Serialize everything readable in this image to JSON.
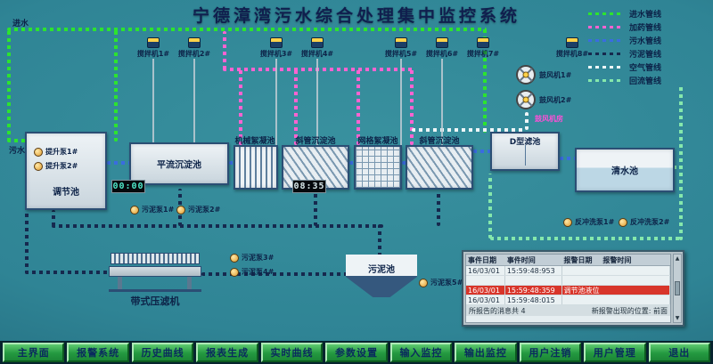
{
  "title": "宁德漳湾污水综合处理集中监控系统",
  "colors": {
    "alarm_row": "#d8352a"
  },
  "pipe_colors": {
    "inlet": "#2ce42e",
    "dosing": "#ff63d1",
    "sewage": "#3a6ce0",
    "sludge": "#16294e",
    "air": "#edf6f8",
    "backwash": "#85e8ac"
  },
  "legend": {
    "items": [
      {
        "label": "进水管线",
        "color": "#2ce42e"
      },
      {
        "label": "加药管线",
        "color": "#ff63d1"
      },
      {
        "label": "污水管线",
        "color": "#3a6ce0"
      },
      {
        "label": "污泥管线",
        "color": "#16294e"
      },
      {
        "label": "空气管线",
        "color": "#edf6f8"
      },
      {
        "label": "回流管线",
        "color": "#85e8ac"
      }
    ]
  },
  "flow_labels": {
    "inlet": "进水",
    "sewage": "污水"
  },
  "tanks": {
    "regulation": "调节池",
    "horizontal_sed": "平流沉淀池",
    "mech_floc": "机械絮凝池",
    "tube_sed_1": "斜管沉淀池",
    "grid_floc": "网格絮凝池",
    "tube_sed_2": "斜管沉淀池",
    "d_filter": "D型滤池",
    "clear_water": "清水池",
    "sludge": "污泥池",
    "press": "带式压滤机"
  },
  "mixers": [
    "搅拌机1#",
    "搅拌机2#",
    "搅拌机3#",
    "搅拌机4#",
    "搅拌机5#",
    "搅拌机6#",
    "搅拌机7#",
    "搅拌机8#"
  ],
  "blowers": {
    "b1": "鼓风机1#",
    "b2": "鼓风机2#",
    "room": "鼓风机房"
  },
  "pumps": {
    "lift1": "提升泵1#",
    "lift2": "提升泵2#",
    "sludge1": "污泥泵1#",
    "sludge2": "污泥泵2#",
    "sludge3": "污泥泵3#",
    "sludge4": "污泥泵4#",
    "sludge5": "污泥泵5#",
    "backwash1": "反冲洗泵1#",
    "backwash2": "反冲洗泵2#"
  },
  "timers": {
    "t1": "00:00",
    "t2": "08:35"
  },
  "alarm_table": {
    "headers": [
      "事件日期",
      "事件时间",
      "报警日期",
      "报警时间"
    ],
    "rows": [
      {
        "date": "16/03/01",
        "time": "15:59:48:953",
        "msg": ""
      },
      {
        "date": "",
        "time": "",
        "msg": ""
      },
      {
        "date": "16/03/01",
        "time": "15:59:48:359",
        "msg": "调节池液位"
      },
      {
        "date": "16/03/01",
        "time": "15:59:48:015",
        "msg": ""
      }
    ],
    "summary": "所报告的消息共 4",
    "position_info": "新报警出现的位置: 前面"
  },
  "nav_buttons": [
    "主界面",
    "报警系统",
    "历史曲线",
    "报表生成",
    "实时曲线",
    "参数设置",
    "输入监控",
    "输出监控",
    "用户注销",
    "用户管理",
    "退出"
  ]
}
